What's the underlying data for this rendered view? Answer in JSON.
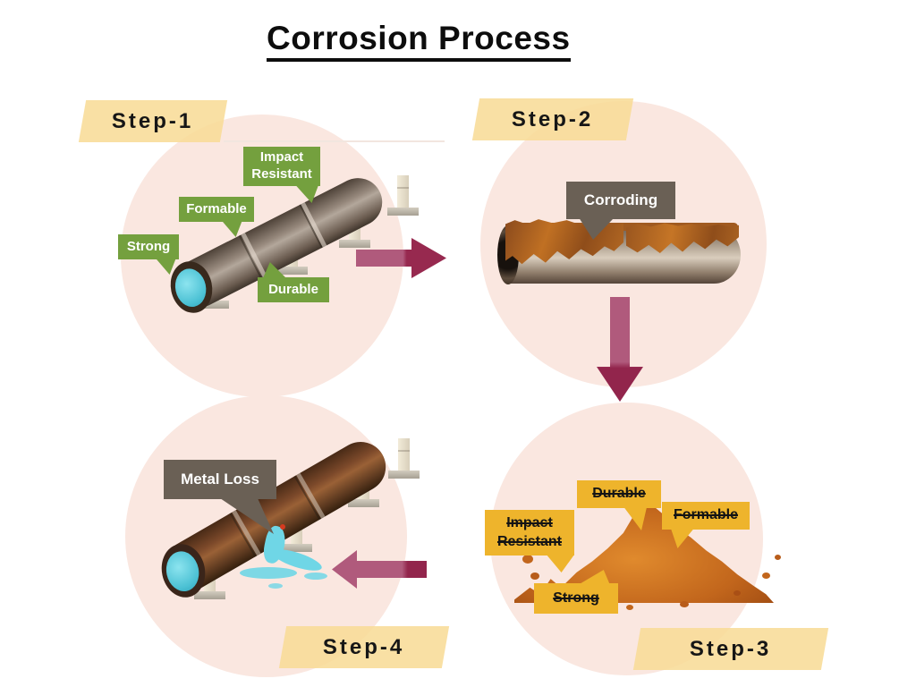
{
  "title": "Corrosion Process",
  "step1": {
    "label": "Step-1",
    "callouts": {
      "strong": "Strong",
      "formable": "Formable",
      "impact_resistant": "Impact Resistant",
      "durable": "Durable"
    }
  },
  "step2": {
    "label": "Step-2",
    "callout": "Corroding"
  },
  "step3": {
    "label": "Step-3",
    "struck_through": true,
    "callouts": {
      "durable": "Durable",
      "formable": "Formable",
      "impact_resistant": "Impact Resistant",
      "strong": "Strong"
    }
  },
  "step4": {
    "label": "Step-4",
    "callout": "Metal Loss"
  },
  "colors": {
    "circle_bg": "#fae7e0",
    "banner_bg": "#f8da94",
    "arrow": "#9c2d5b",
    "green_label": "#74a03e",
    "yellow_label": "#eeb42c",
    "dark_bubble": "#6a6055",
    "water": "#62cfe0",
    "rust": "#b4651f"
  }
}
